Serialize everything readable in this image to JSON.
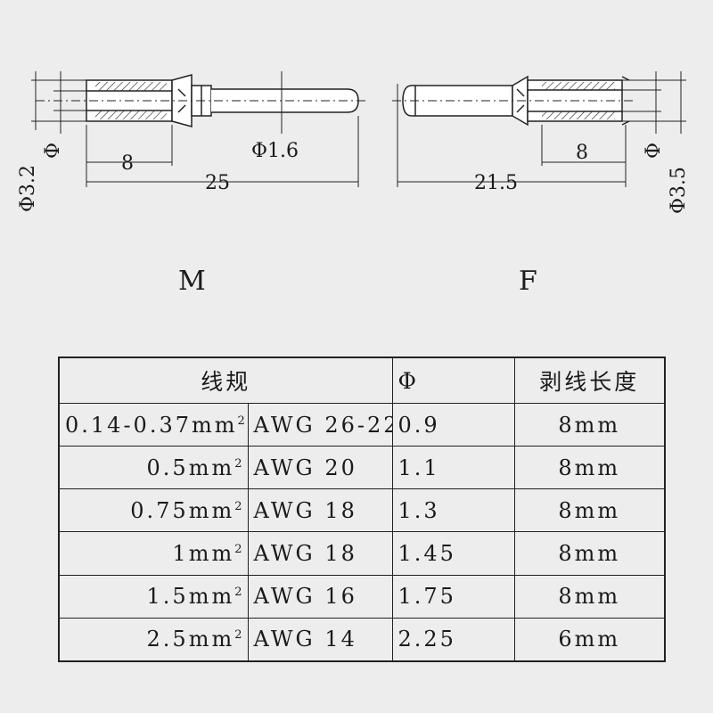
{
  "drawing": {
    "male": {
      "label": "M",
      "dim_length": "25",
      "dim_strip": "8",
      "dim_pin": "Φ1.6",
      "dim_outer": "Φ3.2",
      "dim_inner": "Φ"
    },
    "female": {
      "label": "F",
      "dim_length": "21.5",
      "dim_strip": "8",
      "dim_outer": "Φ3.5",
      "dim_inner": "Φ"
    }
  },
  "table": {
    "headers": {
      "gauge": "线规",
      "phi": "Φ",
      "strip": "剥线长度"
    },
    "rows": [
      {
        "size": "0.14-0.37mm",
        "sup": "2",
        "awg": "AWG 26-22",
        "phi": "0.9",
        "strip": "8mm"
      },
      {
        "size": "0.5mm",
        "sup": "2",
        "awg": "AWG 20",
        "phi": "1.1",
        "strip": "8mm"
      },
      {
        "size": "0.75mm",
        "sup": "2",
        "awg": "AWG 18",
        "phi": "1.3",
        "strip": "8mm"
      },
      {
        "size": "1mm",
        "sup": "2",
        "awg": "AWG 18",
        "phi": "1.45",
        "strip": "8mm"
      },
      {
        "size": "1.5mm",
        "sup": "2",
        "awg": "AWG 16",
        "phi": "1.75",
        "strip": "8mm"
      },
      {
        "size": "2.5mm",
        "sup": "2",
        "awg": "AWG 14",
        "phi": "2.25",
        "strip": "6mm"
      }
    ]
  }
}
